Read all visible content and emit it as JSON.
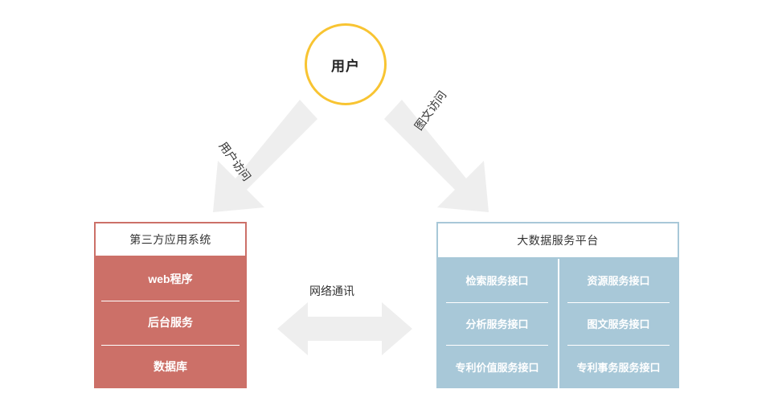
{
  "colors": {
    "user_circle_border": "#f8c432",
    "left_panel": "#cc7068",
    "right_panel": "#a8c8d8",
    "arrow": "#eeeeee",
    "text_dark": "#333333",
    "text_light": "#ffffff"
  },
  "user": {
    "label": "用户"
  },
  "arrows": {
    "left": {
      "label": "用户访问",
      "icon": "arrow-down-left-icon"
    },
    "right": {
      "label": "图文访问",
      "icon": "arrow-down-right-icon"
    },
    "middle": {
      "label": "网络通讯",
      "icon": "arrow-left-right-icon"
    }
  },
  "left_panel": {
    "header": "第三方应用系统",
    "rows": [
      {
        "label": "web程序"
      },
      {
        "label": "后台服务"
      },
      {
        "label": "数据库"
      }
    ]
  },
  "right_panel": {
    "header": "大数据服务平台",
    "columns": [
      {
        "rows": [
          {
            "label": "检索服务接口"
          },
          {
            "label": "分析服务接口"
          },
          {
            "label": "专利价值服务接口"
          }
        ]
      },
      {
        "rows": [
          {
            "label": "资源服务接口"
          },
          {
            "label": "图文服务接口"
          },
          {
            "label": "专利事务服务接口"
          }
        ]
      }
    ]
  }
}
